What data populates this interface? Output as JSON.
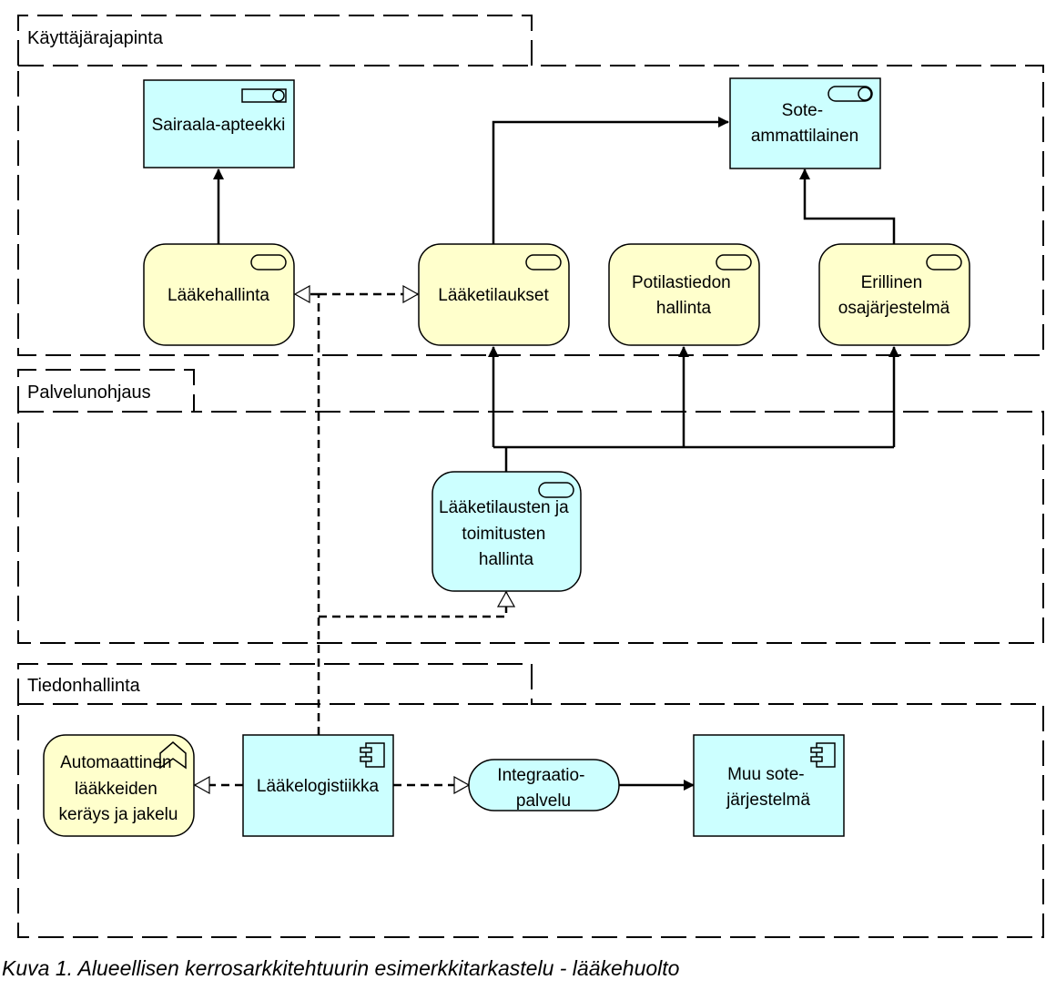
{
  "groups": {
    "ui_layer": "Käyttäjärajapinta",
    "service_layer": "Palvelunohjaus",
    "data_layer": "Tiedonhallinta"
  },
  "nodes": {
    "sairaala_apteekki": [
      "Sairaala-apteekki"
    ],
    "sote_ammattilainen": [
      "Sote-",
      "ammattilainen"
    ],
    "laakehallinta": [
      "Lääkehallinta"
    ],
    "laaketilaukset": [
      "Lääketilaukset"
    ],
    "potilastiedon_hallinta": [
      "Potilastiedon",
      "hallinta"
    ],
    "erillinen_osajarjestelma": [
      "Erillinen",
      "osajärjestelmä"
    ],
    "laaketilausten_hallinta": [
      "Lääketilausten ja",
      "toimitusten",
      "hallinta"
    ],
    "automaattinen_kerays": [
      "Automaattinen",
      "lääkkeiden",
      "keräys ja jakelu"
    ],
    "laakelogistiikka": [
      "Lääkelogistiikka"
    ],
    "integraatiopalvelu": [
      "Integraatio-",
      "palvelu"
    ],
    "muu_sotejarjestelma": [
      "Muu sote-",
      "järjestelmä"
    ]
  },
  "colors": {
    "application": "#ccffff",
    "business": "#ffffcc",
    "stroke": "#000000"
  },
  "caption": "Kuva 1. Alueellisen kerrosarkkitehtuurin esimerkkitarkastelu - lääkehuolto"
}
